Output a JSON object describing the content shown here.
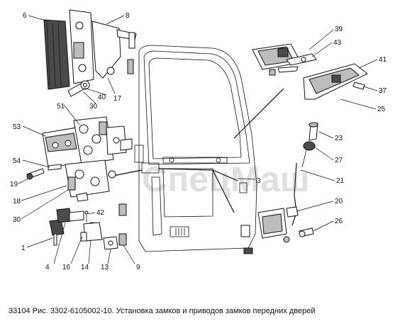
{
  "caption": "33104 Рис. 3302-6105002-10. Установка замков и  приводов замков передних дверей",
  "watermark": "СпецМаш",
  "callouts": [
    {
      "id": "c6",
      "text": "6"
    },
    {
      "id": "c8",
      "text": "8"
    },
    {
      "id": "c17",
      "text": "17"
    },
    {
      "id": "c40",
      "text": "40"
    },
    {
      "id": "c30a",
      "text": "30"
    },
    {
      "id": "c51",
      "text": "51"
    },
    {
      "id": "c53",
      "text": "53"
    },
    {
      "id": "c54",
      "text": "54"
    },
    {
      "id": "c19",
      "text": "19"
    },
    {
      "id": "c18",
      "text": "18"
    },
    {
      "id": "c30b",
      "text": "30"
    },
    {
      "id": "c1",
      "text": "1"
    },
    {
      "id": "c4",
      "text": "4"
    },
    {
      "id": "c16",
      "text": "16"
    },
    {
      "id": "c14",
      "text": "14"
    },
    {
      "id": "c13",
      "text": "13"
    },
    {
      "id": "c9",
      "text": "9"
    },
    {
      "id": "c42",
      "text": "42"
    },
    {
      "id": "c3",
      "text": "3"
    },
    {
      "id": "c39",
      "text": "39"
    },
    {
      "id": "c43",
      "text": "43"
    },
    {
      "id": "c41",
      "text": "41"
    },
    {
      "id": "c37",
      "text": "37"
    },
    {
      "id": "c25",
      "text": "25"
    },
    {
      "id": "c23",
      "text": "23"
    },
    {
      "id": "c27",
      "text": "27"
    },
    {
      "id": "c21",
      "text": "21"
    },
    {
      "id": "c20",
      "text": "20"
    },
    {
      "id": "c26",
      "text": "26"
    }
  ]
}
